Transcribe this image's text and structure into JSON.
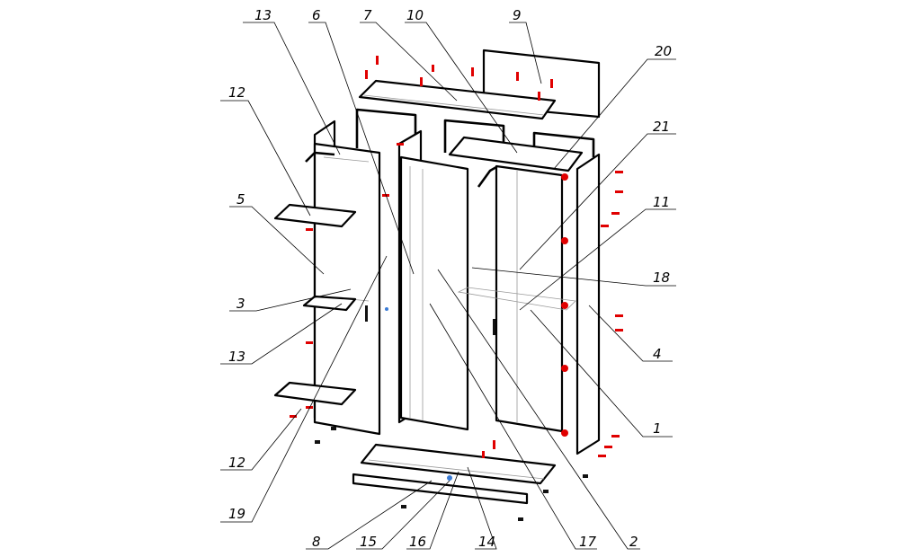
{
  "diagram": {
    "type": "exploded-assembly-view",
    "colors": {
      "line": "#000000",
      "hardware": "#e00000",
      "hidden": "#999999",
      "accent": "#3a7bd5"
    },
    "callouts": [
      {
        "id": "c13a",
        "text": "13"
      },
      {
        "id": "c6",
        "text": "6"
      },
      {
        "id": "c7",
        "text": "7"
      },
      {
        "id": "c10",
        "text": "10"
      },
      {
        "id": "c9",
        "text": "9"
      },
      {
        "id": "c20",
        "text": "20"
      },
      {
        "id": "c21",
        "text": "21"
      },
      {
        "id": "c12a",
        "text": "12"
      },
      {
        "id": "c5",
        "text": "5"
      },
      {
        "id": "c11",
        "text": "11"
      },
      {
        "id": "c18",
        "text": "18"
      },
      {
        "id": "c3",
        "text": "3"
      },
      {
        "id": "c13b",
        "text": "13"
      },
      {
        "id": "c4",
        "text": "4"
      },
      {
        "id": "c1",
        "text": "1"
      },
      {
        "id": "c12b",
        "text": "12"
      },
      {
        "id": "c19",
        "text": "19"
      },
      {
        "id": "c8",
        "text": "8"
      },
      {
        "id": "c15",
        "text": "15"
      },
      {
        "id": "c16",
        "text": "16"
      },
      {
        "id": "c14",
        "text": "14"
      },
      {
        "id": "c17",
        "text": "17"
      },
      {
        "id": "c2",
        "text": "2"
      }
    ]
  }
}
